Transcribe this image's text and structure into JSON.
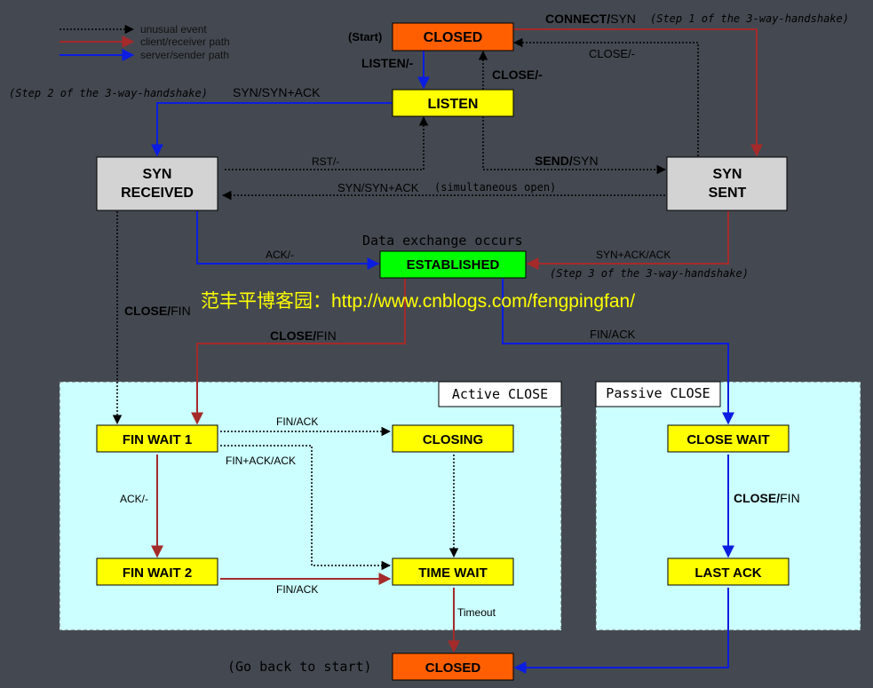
{
  "legend": {
    "unusual": "unusual event",
    "client": "client/receiver path",
    "server": "server/sender path"
  },
  "colors": {
    "background": "#444951",
    "client_path": "#a52a2a",
    "server_path": "#0b1de0",
    "unusual_path": "#000000",
    "state_default": "#ffff00",
    "state_closed": "#ff5f00",
    "state_established": "#00ff00",
    "state_gray": "#d3d3d3",
    "close_region": "#ccffff",
    "watermark": "#ffff00"
  },
  "states": {
    "closed_top": "CLOSED",
    "listen": "LISTEN",
    "syn_received_1": "SYN",
    "syn_received_2": "RECEIVED",
    "syn_sent_1": "SYN",
    "syn_sent_2": "SENT",
    "established": "ESTABLISHED",
    "fin_wait_1": "FIN WAIT 1",
    "fin_wait_2": "FIN WAIT 2",
    "closing": "CLOSING",
    "time_wait": "TIME WAIT",
    "close_wait": "CLOSE WAIT",
    "last_ack": "LAST ACK",
    "closed_bottom": "CLOSED"
  },
  "regions": {
    "active": "Active CLOSE",
    "passive": "Passive CLOSE"
  },
  "labels": {
    "start": "(Start)",
    "go_back": "(Go back to start)",
    "data_exchange": "Data exchange occurs",
    "connect_bold": "CONNECT/",
    "connect_rest": "SYN",
    "step1": "(Step 1 of the 3-way-handshake)",
    "step2": "(Step 2 of the 3-way-handshake)",
    "step3": "(Step 3 of the 3-way-handshake)",
    "listen_bold": "LISTEN/-",
    "close_dash_bold": "CLOSE/-",
    "close_dash_plain": "CLOSE/-",
    "syn_synack": "SYN/SYN+ACK",
    "rst": "RST/-",
    "send_bold": "SEND/",
    "send_rest": "SYN",
    "syn_synack_sim": "SYN/SYN+ACK",
    "simultaneous": "(simultaneous open)",
    "ack_dash_est": "ACK/-",
    "synack_ack": "SYN+ACK/ACK",
    "close_fin_left_bold": "CLOSE/",
    "close_fin_left_rest": "FIN",
    "close_fin_mid_bold": "CLOSE/",
    "close_fin_mid_rest": "FIN",
    "fin_ack_right": "FIN/ACK",
    "fin_ack_closing": "FIN/ACK",
    "fin_ack_ack": "FIN+ACK/ACK",
    "ack_dash_fw": "ACK/-",
    "fin_ack_fw2": "FIN/ACK",
    "timeout": "Timeout",
    "close_fin_passive_bold": "CLOSE/",
    "close_fin_passive_rest": "FIN"
  },
  "watermark": "范丰平博客园：http://www.cnblogs.com/fengpingfan/"
}
